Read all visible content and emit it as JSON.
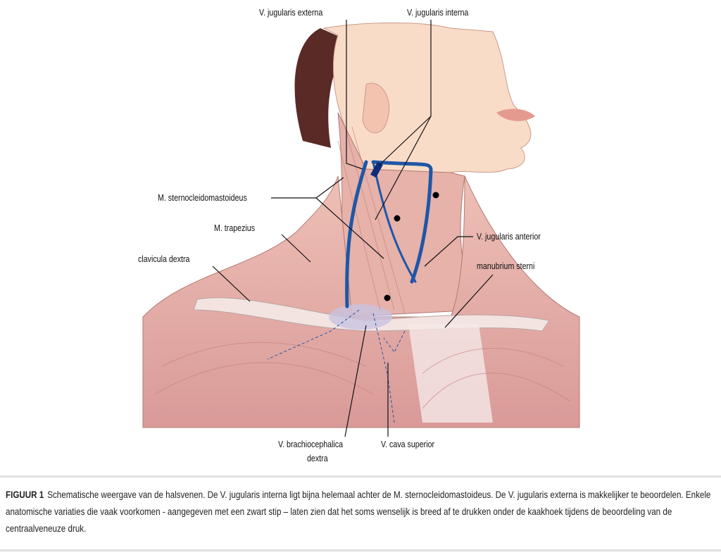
{
  "labels": {
    "v_jug_externa": "V. jugularis externa",
    "v_jug_interna": "V. jugularis interna",
    "m_scm": "M. sternocleidomastoideus",
    "m_trapezius": "M. trapezius",
    "clavicula": "clavicula dextra",
    "v_jug_anterior": "V. jugularis anterior",
    "manubrium": "manubrium sterni",
    "v_brachio_1": "V. brachiocephalica",
    "v_brachio_2": "dextra",
    "v_cava": "V. cava superior"
  },
  "caption": {
    "figure_label": "FIGUUR 1",
    "text": "Schematische weergave van de halsvenen. De V. jugularis interna ligt bijna helemaal achter de M. sternocleidomastoideus. De V. jugularis externa is makkelijker te beoordelen. Enkele anatomische variaties die vaak voorkomen - aangegeven met een zwart stip – laten zien dat het soms wenselijk is breed af te drukken onder de kaakhoek tijdens de beoordeling van de centraalveneuze druk."
  },
  "colors": {
    "skin": "#f9dcc8",
    "muscle": "#dea5a0",
    "vein": "#1f56a8",
    "hair": "#5a2a26"
  }
}
